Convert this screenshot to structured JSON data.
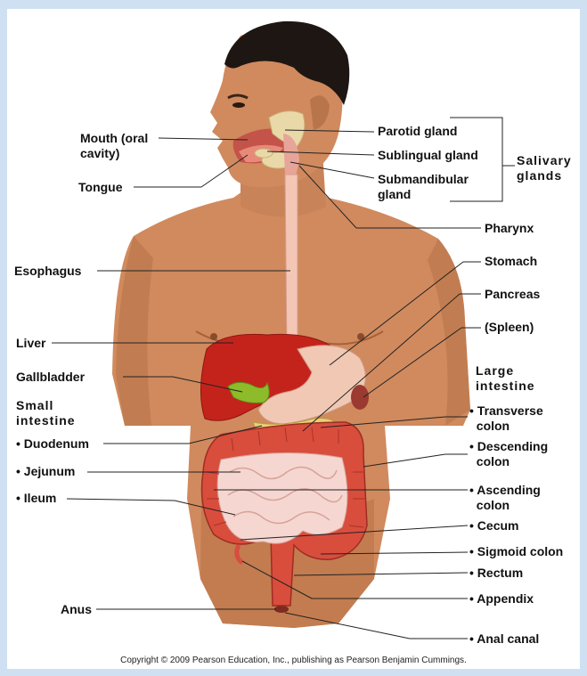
{
  "labels": {
    "mouth": "Mouth (oral\ncavity)",
    "tongue": "Tongue",
    "esophagus": "Esophagus",
    "liver": "Liver",
    "gallbladder": "Gallbladder",
    "small_intestine": "Small\nintestine",
    "duodenum": "• Duodenum",
    "jejunum": "• Jejunum",
    "ileum": "• Ileum",
    "anus": "Anus",
    "parotid": "Parotid gland",
    "sublingual": "Sublingual gland",
    "submandibular": "Submandibular\ngland",
    "salivary": "Salivary\nglands",
    "pharynx": "Pharynx",
    "stomach": "Stomach",
    "pancreas": "Pancreas",
    "spleen": "(Spleen)",
    "large_intestine": "Large\nintestine",
    "transverse": "• Transverse\n  colon",
    "descending": "• Descending\n  colon",
    "ascending": "• Ascending\n  colon",
    "cecum": "• Cecum",
    "sigmoid": "• Sigmoid colon",
    "rectum": "• Rectum",
    "appendix": "• Appendix",
    "anal_canal": "• Anal canal"
  },
  "copyright": "Copyright © 2009 Pearson Education, Inc., publishing as Pearson Benjamin Cummings.",
  "colors": {
    "skin": "#d08a5e",
    "skin_shadow": "#a9603a",
    "hair": "#1e1612",
    "liver": "#c4231c",
    "gallbladder": "#8dbb2a",
    "stomach": "#f0c8b4",
    "colon": "#d94d3d",
    "small_intestine": "#f6d6d0",
    "pancreas": "#e8d27a",
    "esophagus": "#f3c6b6",
    "gland": "#ead9a8",
    "background": "#cfe0f2"
  }
}
